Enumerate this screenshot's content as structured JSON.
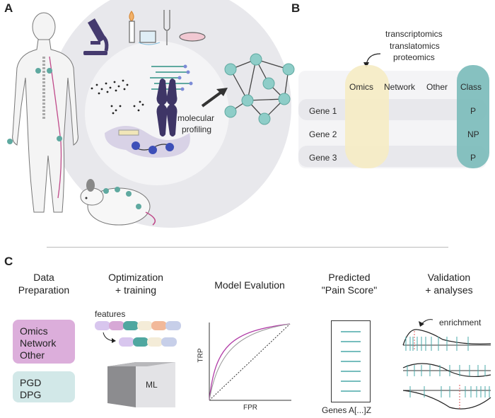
{
  "panelA": {
    "letter": "A",
    "profiling_label_1": "molecular",
    "profiling_label_2": "profiling"
  },
  "panelB": {
    "letter": "B",
    "omics_types": [
      "transcriptomics",
      "translatomics",
      "proteomics"
    ],
    "columns": [
      "Omics",
      "Network",
      "Other",
      "Class"
    ],
    "rows": [
      {
        "gene": "Gene 1",
        "class": "P"
      },
      {
        "gene": "Gene 2",
        "class": "NP"
      },
      {
        "gene": "Gene 3",
        "class": "P"
      }
    ],
    "colors": {
      "omics_col": "#f3e7b8",
      "class_col": "#7bbcbc",
      "row_band": "#ededf0"
    }
  },
  "panelC": {
    "letter": "C",
    "stages": [
      {
        "line1": "Data",
        "line2": "Preparation"
      },
      {
        "line1": "Optimization",
        "line2": "+ training"
      },
      {
        "line1": "Model Evalution",
        "line2": ""
      },
      {
        "line1": "Predicted",
        "line2": "\"Pain Score\""
      },
      {
        "line1": "Validation",
        "line2": "+ analyses"
      }
    ],
    "data_box_1": [
      "Omics",
      "Network",
      "Other"
    ],
    "data_box_2": [
      "PGD",
      "DPG"
    ],
    "features_label": "features",
    "ml_label": "ML",
    "roc_ylabel": "TRP",
    "roc_xlabel": "FPR",
    "genes_label": "Genes A[...]Z",
    "enrichment_label": "enrichment",
    "colors": {
      "purple_box": "#d9a8d6",
      "teal_box": "#cde6e6",
      "teal": "#4aa8a8",
      "roc_purple": "#b03aa6"
    }
  }
}
